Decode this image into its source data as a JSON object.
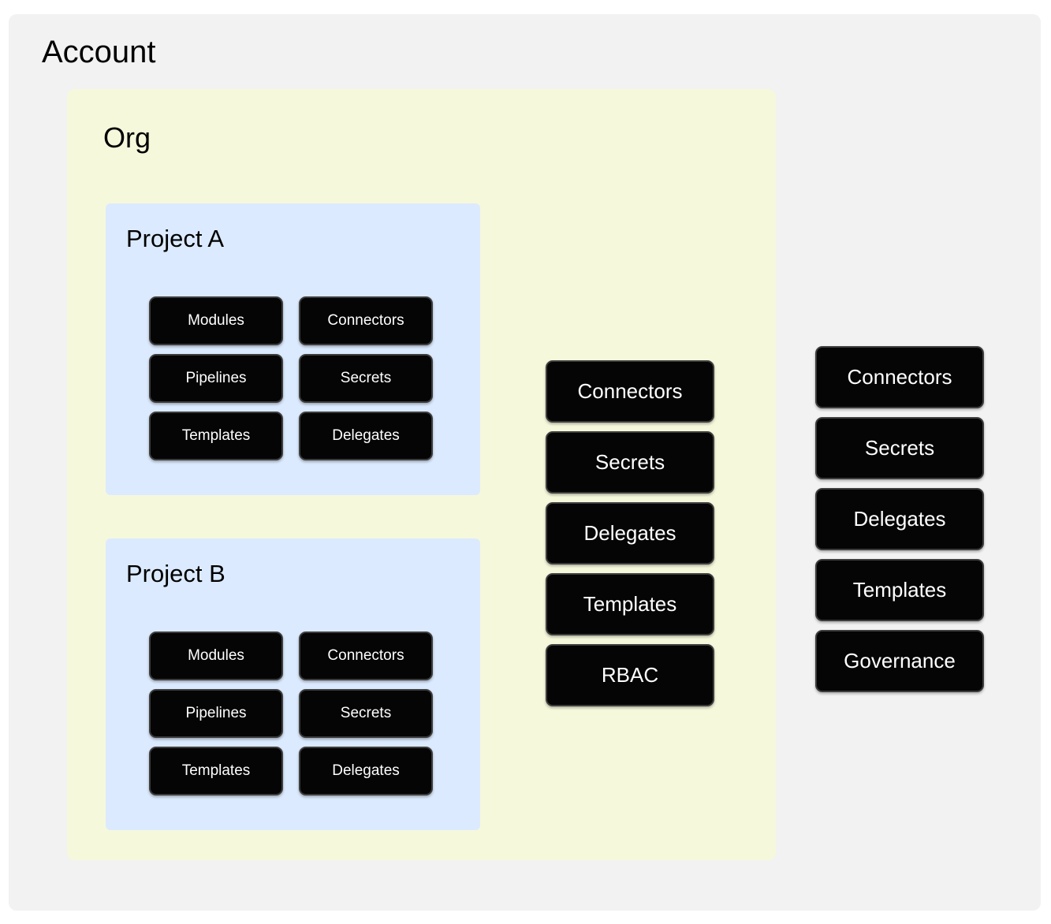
{
  "diagram": {
    "account": {
      "title": "Account",
      "background_color": "#f2f2f2",
      "resources": [
        {
          "label": "Connectors"
        },
        {
          "label": "Secrets"
        },
        {
          "label": "Delegates"
        },
        {
          "label": "Templates"
        },
        {
          "label": "Governance"
        }
      ]
    },
    "org": {
      "title": "Org",
      "background_color": "#f6f8dc",
      "resources": [
        {
          "label": "Connectors"
        },
        {
          "label": "Secrets"
        },
        {
          "label": "Delegates"
        },
        {
          "label": "Templates"
        },
        {
          "label": "RBAC"
        }
      ]
    },
    "projects": [
      {
        "title": "Project A",
        "background_color": "#dbeafe",
        "resources": [
          {
            "label": "Modules"
          },
          {
            "label": "Connectors"
          },
          {
            "label": "Pipelines"
          },
          {
            "label": "Secrets"
          },
          {
            "label": "Templates"
          },
          {
            "label": "Delegates"
          }
        ]
      },
      {
        "title": "Project B",
        "background_color": "#dbeafe",
        "resources": [
          {
            "label": "Modules"
          },
          {
            "label": "Connectors"
          },
          {
            "label": "Pipelines"
          },
          {
            "label": "Secrets"
          },
          {
            "label": "Templates"
          },
          {
            "label": "Delegates"
          }
        ]
      }
    ],
    "tile_color": "#050505",
    "tile_text_color": "#ffffff"
  }
}
